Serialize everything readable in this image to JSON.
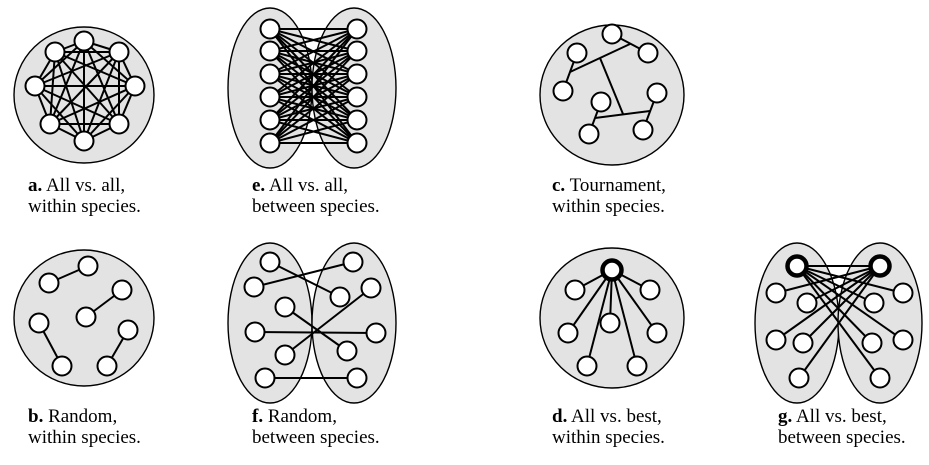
{
  "panels": [
    {
      "id": "a",
      "letter": "a.",
      "title": "All vs. all,",
      "subtitle": "within species."
    },
    {
      "id": "b",
      "letter": "b.",
      "title": "Random,",
      "subtitle": "within species."
    },
    {
      "id": "c",
      "letter": "c.",
      "title": "Tournament,",
      "subtitle": "within species."
    },
    {
      "id": "d",
      "letter": "d.",
      "title": "All vs. best,",
      "subtitle": "within species."
    },
    {
      "id": "e",
      "letter": "e.",
      "title": "All vs. all,",
      "subtitle": "between species."
    },
    {
      "id": "f",
      "letter": "f.",
      "title": "Random,",
      "subtitle": "between species."
    },
    {
      "id": "g",
      "letter": "g.",
      "title": "All vs. best,",
      "subtitle": "between species."
    }
  ],
  "colors": {
    "population_fill": "#e3e3e3",
    "stroke": "#000000",
    "node_fill": "#ffffff"
  }
}
